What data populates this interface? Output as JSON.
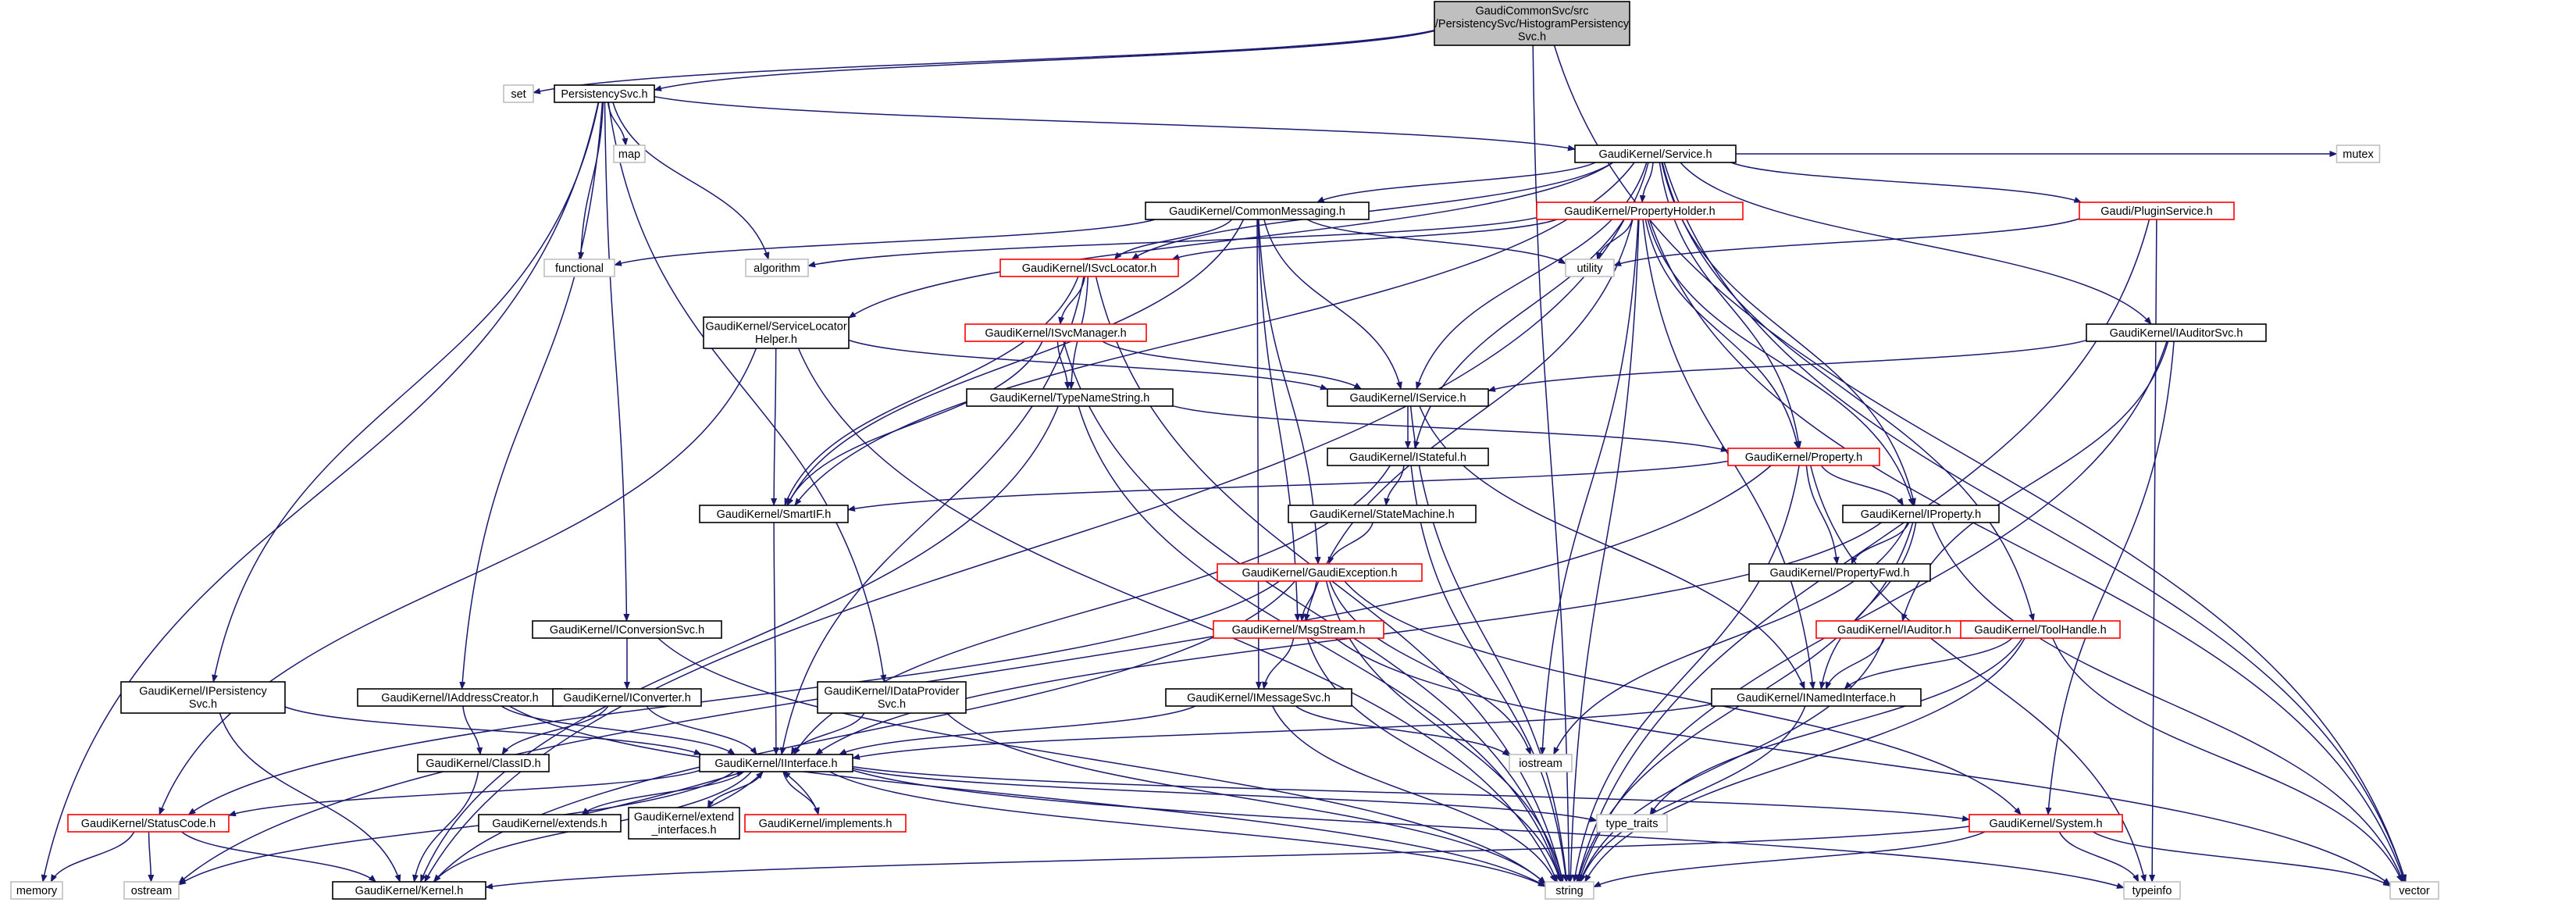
{
  "colors": {
    "edge": "#191970",
    "node_border_normal": "#000000",
    "node_border_red": "#ff0000",
    "node_border_gray": "#bfbfbf",
    "root_fill": "#bfbfbf",
    "text": "#000000",
    "background": "#ffffff"
  },
  "nodes": {
    "root": {
      "lines": [
        "GaudiCommonSvc/src",
        "/PersistencySvc/HistogramPersistency",
        "Svc.h"
      ],
      "style": "root"
    },
    "set": {
      "lines": [
        "set"
      ],
      "style": "gray"
    },
    "persistencysvc": {
      "lines": [
        "PersistencySvc.h"
      ],
      "style": "normal"
    },
    "map": {
      "lines": [
        "map"
      ],
      "style": "gray"
    },
    "service": {
      "lines": [
        "GaudiKernel/Service.h"
      ],
      "style": "normal"
    },
    "mutex": {
      "lines": [
        "mutex"
      ],
      "style": "gray"
    },
    "commonmessaging": {
      "lines": [
        "GaudiKernel/CommonMessaging.h"
      ],
      "style": "normal"
    },
    "propertyholder": {
      "lines": [
        "GaudiKernel/PropertyHolder.h"
      ],
      "style": "red"
    },
    "pluginservice": {
      "lines": [
        "Gaudi/PluginService.h"
      ],
      "style": "red"
    },
    "functional": {
      "lines": [
        "functional"
      ],
      "style": "gray"
    },
    "algorithm": {
      "lines": [
        "algorithm"
      ],
      "style": "gray"
    },
    "isvclocator": {
      "lines": [
        "GaudiKernel/ISvcLocator.h"
      ],
      "style": "red"
    },
    "utility": {
      "lines": [
        "utility"
      ],
      "style": "gray"
    },
    "servicelocatorhelper": {
      "lines": [
        "GaudiKernel/ServiceLocator",
        "Helper.h"
      ],
      "style": "normal"
    },
    "isvcmanager": {
      "lines": [
        "GaudiKernel/ISvcManager.h"
      ],
      "style": "red"
    },
    "iauditorsvc": {
      "lines": [
        "GaudiKernel/IAuditorSvc.h"
      ],
      "style": "normal"
    },
    "typenamestring": {
      "lines": [
        "GaudiKernel/TypeNameString.h"
      ],
      "style": "normal"
    },
    "iservice": {
      "lines": [
        "GaudiKernel/IService.h"
      ],
      "style": "normal"
    },
    "istateful": {
      "lines": [
        "GaudiKernel/IStateful.h"
      ],
      "style": "normal"
    },
    "property": {
      "lines": [
        "GaudiKernel/Property.h"
      ],
      "style": "red"
    },
    "smartif": {
      "lines": [
        "GaudiKernel/SmartIF.h"
      ],
      "style": "normal"
    },
    "statemachine": {
      "lines": [
        "GaudiKernel/StateMachine.h"
      ],
      "style": "normal"
    },
    "iproperty": {
      "lines": [
        "GaudiKernel/IProperty.h"
      ],
      "style": "normal"
    },
    "propertyfwd": {
      "lines": [
        "GaudiKernel/PropertyFwd.h"
      ],
      "style": "normal"
    },
    "gaudiexception": {
      "lines": [
        "GaudiKernel/GaudiException.h"
      ],
      "style": "red"
    },
    "iconversionsvc": {
      "lines": [
        "GaudiKernel/IConversionSvc.h"
      ],
      "style": "normal"
    },
    "msgstream": {
      "lines": [
        "GaudiKernel/MsgStream.h"
      ],
      "style": "red"
    },
    "iauditor": {
      "lines": [
        "GaudiKernel/IAuditor.h"
      ],
      "style": "red"
    },
    "toolhandle": {
      "lines": [
        "GaudiKernel/ToolHandle.h"
      ],
      "style": "red"
    },
    "ipersistencysvc": {
      "lines": [
        "GaudiKernel/IPersistency",
        "Svc.h"
      ],
      "style": "normal"
    },
    "iaddresscreator": {
      "lines": [
        "GaudiKernel/IAddressCreator.h"
      ],
      "style": "normal"
    },
    "iconverter": {
      "lines": [
        "GaudiKernel/IConverter.h"
      ],
      "style": "normal"
    },
    "idataprovidersvc": {
      "lines": [
        "GaudiKernel/IDataProvider",
        "Svc.h"
      ],
      "style": "normal"
    },
    "imessagesvc": {
      "lines": [
        "GaudiKernel/IMessageSvc.h"
      ],
      "style": "normal"
    },
    "inamedinterface": {
      "lines": [
        "GaudiKernel/INamedInterface.h"
      ],
      "style": "normal"
    },
    "classid": {
      "lines": [
        "GaudiKernel/ClassID.h"
      ],
      "style": "normal"
    },
    "iinterface": {
      "lines": [
        "GaudiKernel/IInterface.h"
      ],
      "style": "normal"
    },
    "iostream": {
      "lines": [
        "iostream"
      ],
      "style": "gray"
    },
    "statuscode": {
      "lines": [
        "GaudiKernel/StatusCode.h"
      ],
      "style": "red"
    },
    "extends": {
      "lines": [
        "GaudiKernel/extends.h"
      ],
      "style": "normal"
    },
    "extend_interfaces": {
      "lines": [
        "GaudiKernel/extend",
        "_interfaces.h"
      ],
      "style": "normal"
    },
    "implements": {
      "lines": [
        "GaudiKernel/implements.h"
      ],
      "style": "red"
    },
    "type_traits": {
      "lines": [
        "type_traits"
      ],
      "style": "gray"
    },
    "system": {
      "lines": [
        "GaudiKernel/System.h"
      ],
      "style": "red"
    },
    "memory": {
      "lines": [
        "memory"
      ],
      "style": "gray"
    },
    "ostream": {
      "lines": [
        "ostream"
      ],
      "style": "gray"
    },
    "kernel": {
      "lines": [
        "GaudiKernel/Kernel.h"
      ],
      "style": "normal"
    },
    "string": {
      "lines": [
        "string"
      ],
      "style": "gray"
    },
    "typeinfo": {
      "lines": [
        "typeinfo"
      ],
      "style": "gray"
    },
    "vector": {
      "lines": [
        "vector"
      ],
      "style": "gray"
    }
  },
  "edges": [
    [
      "root",
      "set"
    ],
    [
      "root",
      "persistencysvc"
    ],
    [
      "root",
      "string"
    ],
    [
      "root",
      "vector"
    ],
    [
      "persistencysvc",
      "map"
    ],
    [
      "persistencysvc",
      "service"
    ],
    [
      "persistencysvc",
      "functional"
    ],
    [
      "persistencysvc",
      "algorithm"
    ],
    [
      "persistencysvc",
      "iconversionsvc"
    ],
    [
      "persistencysvc",
      "idataprovidersvc"
    ],
    [
      "persistencysvc",
      "iaddresscreator"
    ],
    [
      "persistencysvc",
      "ipersistencysvc"
    ],
    [
      "persistencysvc",
      "memory"
    ],
    [
      "service",
      "commonmessaging"
    ],
    [
      "service",
      "propertyholder"
    ],
    [
      "service",
      "pluginservice"
    ],
    [
      "service",
      "mutex"
    ],
    [
      "service",
      "vector"
    ],
    [
      "service",
      "isvclocator"
    ],
    [
      "service",
      "iservice"
    ],
    [
      "service",
      "istateful"
    ],
    [
      "service",
      "property"
    ],
    [
      "service",
      "iproperty"
    ],
    [
      "service",
      "smartif"
    ],
    [
      "service",
      "servicelocatorhelper"
    ],
    [
      "service",
      "iauditorsvc"
    ],
    [
      "service",
      "toolhandle"
    ],
    [
      "commonmessaging",
      "msgstream"
    ],
    [
      "commonmessaging",
      "imessagesvc"
    ],
    [
      "commonmessaging",
      "gaudiexception"
    ],
    [
      "commonmessaging",
      "isvclocator"
    ],
    [
      "commonmessaging",
      "iservice"
    ],
    [
      "commonmessaging",
      "smartif"
    ],
    [
      "commonmessaging",
      "utility"
    ],
    [
      "commonmessaging",
      "functional"
    ],
    [
      "propertyholder",
      "utility"
    ],
    [
      "propertyholder",
      "algorithm"
    ],
    [
      "propertyholder",
      "isvclocator"
    ],
    [
      "propertyholder",
      "property"
    ],
    [
      "propertyholder",
      "iproperty"
    ],
    [
      "propertyholder",
      "inamedinterface"
    ],
    [
      "propertyholder",
      "string"
    ],
    [
      "propertyholder",
      "vector"
    ],
    [
      "propertyholder",
      "iostream"
    ],
    [
      "propertyholder",
      "msgstream"
    ],
    [
      "propertyholder",
      "kernel"
    ],
    [
      "pluginservice",
      "utility"
    ],
    [
      "pluginservice",
      "string"
    ],
    [
      "pluginservice",
      "typeinfo"
    ],
    [
      "isvclocator",
      "isvcmanager"
    ],
    [
      "isvclocator",
      "typenamestring"
    ],
    [
      "isvclocator",
      "smartif"
    ],
    [
      "isvclocator",
      "iinterface"
    ],
    [
      "isvclocator",
      "string"
    ],
    [
      "isvcmanager",
      "iservice"
    ],
    [
      "isvcmanager",
      "typenamestring"
    ],
    [
      "isvcmanager",
      "smartif"
    ],
    [
      "isvcmanager",
      "string"
    ],
    [
      "servicelocatorhelper",
      "iservice"
    ],
    [
      "servicelocatorhelper",
      "smartif"
    ],
    [
      "servicelocatorhelper",
      "string"
    ],
    [
      "servicelocatorhelper",
      "statuscode"
    ],
    [
      "iauditorsvc",
      "iservice"
    ],
    [
      "iauditorsvc",
      "iauditor"
    ],
    [
      "iauditorsvc",
      "system"
    ],
    [
      "iauditorsvc",
      "string"
    ],
    [
      "typenamestring",
      "property"
    ],
    [
      "typenamestring",
      "string"
    ],
    [
      "typenamestring",
      "kernel"
    ],
    [
      "iservice",
      "istateful"
    ],
    [
      "iservice",
      "inamedinterface"
    ],
    [
      "iservice",
      "string"
    ],
    [
      "istateful",
      "statemachine"
    ],
    [
      "istateful",
      "iinterface"
    ],
    [
      "istateful",
      "string"
    ],
    [
      "property",
      "iproperty"
    ],
    [
      "property",
      "propertyfwd"
    ],
    [
      "property",
      "smartif"
    ],
    [
      "property",
      "string"
    ],
    [
      "property",
      "typeinfo"
    ],
    [
      "property",
      "ostream"
    ],
    [
      "smartif",
      "iinterface"
    ],
    [
      "statemachine",
      "gaudiexception"
    ],
    [
      "iproperty",
      "propertyfwd"
    ],
    [
      "iproperty",
      "inamedinterface"
    ],
    [
      "iproperty",
      "iinterface"
    ],
    [
      "iproperty",
      "string"
    ],
    [
      "iproperty",
      "vector"
    ],
    [
      "iproperty",
      "iostream"
    ],
    [
      "gaudiexception",
      "msgstream"
    ],
    [
      "gaudiexception",
      "statuscode"
    ],
    [
      "gaudiexception",
      "system"
    ],
    [
      "gaudiexception",
      "string"
    ],
    [
      "gaudiexception",
      "iostream"
    ],
    [
      "gaudiexception",
      "kernel"
    ],
    [
      "iconversionsvc",
      "iconverter"
    ],
    [
      "iconversionsvc",
      "string"
    ],
    [
      "msgstream",
      "imessagesvc"
    ],
    [
      "msgstream",
      "string"
    ],
    [
      "msgstream",
      "vector"
    ],
    [
      "iauditor",
      "inamedinterface"
    ],
    [
      "iauditor",
      "string"
    ],
    [
      "toolhandle",
      "inamedinterface"
    ],
    [
      "toolhandle",
      "type_traits"
    ],
    [
      "toolhandle",
      "string"
    ],
    [
      "toolhandle",
      "vector"
    ],
    [
      "ipersistencysvc",
      "iinterface"
    ],
    [
      "ipersistencysvc",
      "kernel"
    ],
    [
      "iaddresscreator",
      "iinterface"
    ],
    [
      "iaddresscreator",
      "classid"
    ],
    [
      "iaddresscreator",
      "string"
    ],
    [
      "iconverter",
      "iinterface"
    ],
    [
      "iconverter",
      "classid"
    ],
    [
      "idataprovidersvc",
      "iinterface"
    ],
    [
      "idataprovidersvc",
      "string"
    ],
    [
      "imessagesvc",
      "iinterface"
    ],
    [
      "imessagesvc",
      "string"
    ],
    [
      "imessagesvc",
      "iostream"
    ],
    [
      "inamedinterface",
      "iinterface"
    ],
    [
      "inamedinterface",
      "string"
    ],
    [
      "classid",
      "kernel"
    ],
    [
      "iinterface",
      "statuscode"
    ],
    [
      "iinterface",
      "extends"
    ],
    [
      "iinterface",
      "extend_interfaces"
    ],
    [
      "iinterface",
      "implements"
    ],
    [
      "iinterface",
      "system"
    ],
    [
      "iinterface",
      "type_traits"
    ],
    [
      "iinterface",
      "ostream"
    ],
    [
      "iinterface",
      "kernel"
    ],
    [
      "iinterface",
      "string"
    ],
    [
      "iinterface",
      "typeinfo"
    ],
    [
      "extends",
      "iinterface"
    ],
    [
      "extend_interfaces",
      "iinterface"
    ],
    [
      "implements",
      "iinterface"
    ],
    [
      "statuscode",
      "memory"
    ],
    [
      "statuscode",
      "ostream"
    ],
    [
      "statuscode",
      "kernel"
    ],
    [
      "system",
      "kernel"
    ],
    [
      "system",
      "string"
    ],
    [
      "system",
      "typeinfo"
    ],
    [
      "system",
      "vector"
    ]
  ]
}
